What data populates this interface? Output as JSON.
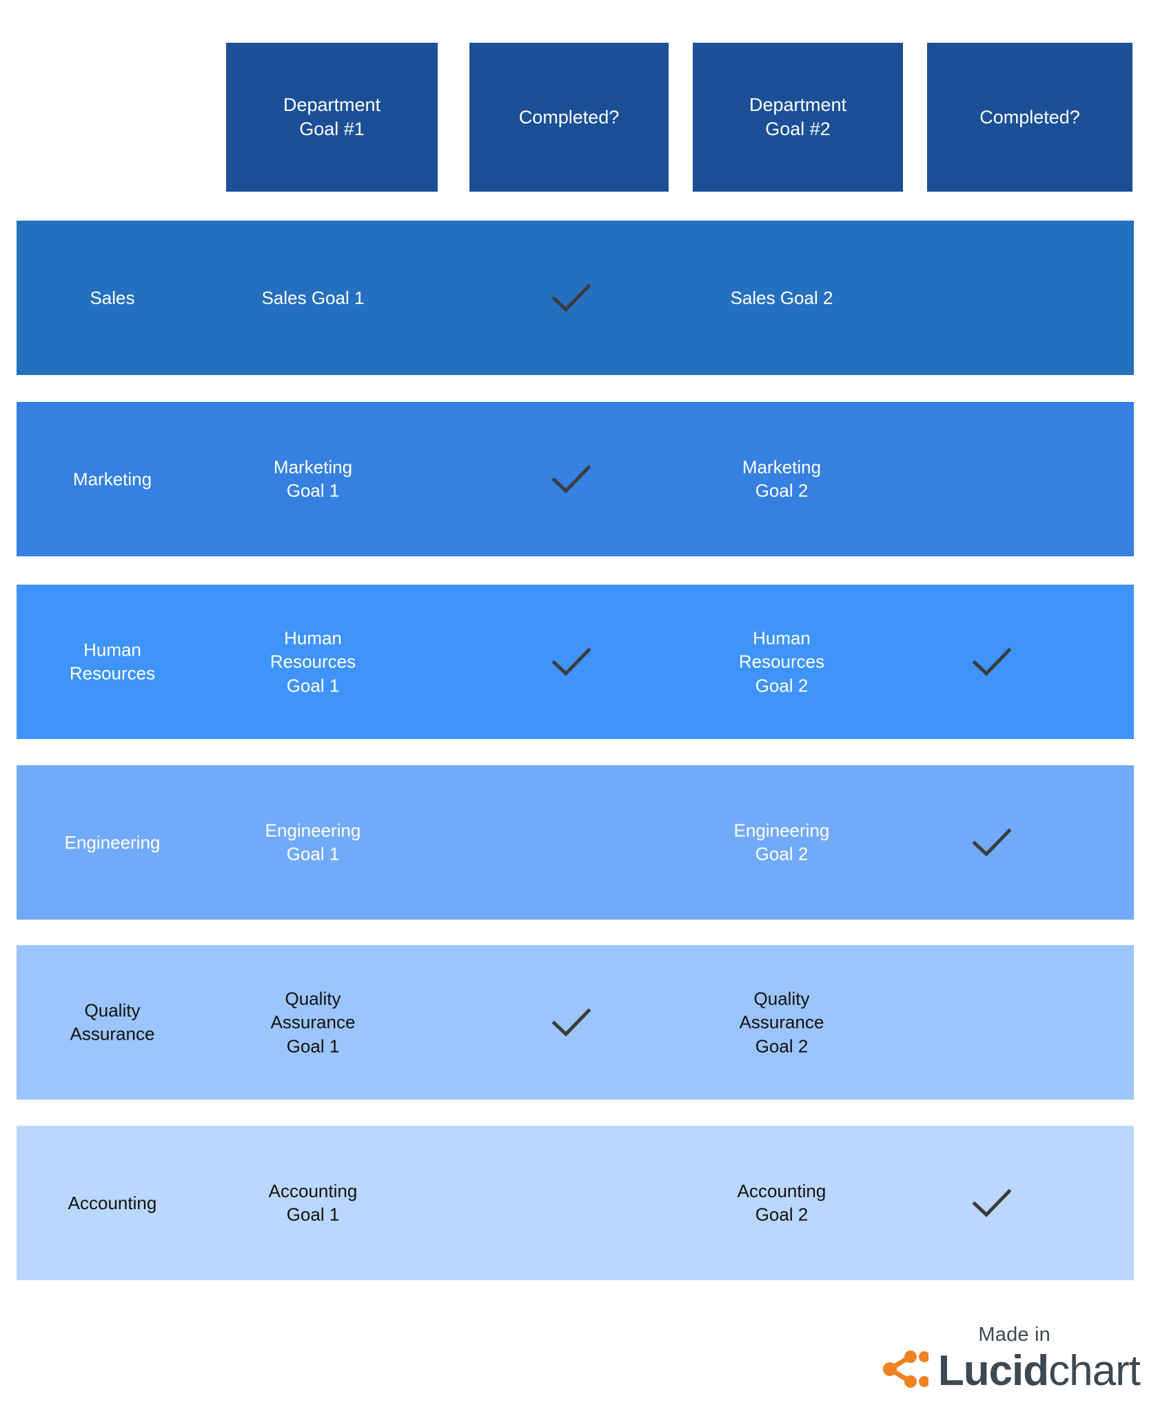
{
  "header": {
    "columns": [
      {
        "label": "Department\nGoal #1"
      },
      {
        "label": "Completed?"
      },
      {
        "label": "Department\nGoal #2"
      },
      {
        "label": "Completed?"
      }
    ],
    "background_color": "#1B5096",
    "text_color": "#FFFFFF"
  },
  "table": {
    "rows": [
      {
        "department": "Sales",
        "goal1": "Sales Goal 1",
        "completed1": "check-icon",
        "goal2": "Sales Goal 2",
        "completed2": "",
        "background_color": "#2570BE",
        "text_color": "#FFFFFF"
      },
      {
        "department": "Marketing",
        "goal1": "Marketing\nGoal 1",
        "completed1": "check-icon",
        "goal2": "Marketing\nGoal 2",
        "completed2": "",
        "background_color": "#3580E0",
        "text_color": "#FFFFFF"
      },
      {
        "department": "Human\nResources",
        "goal1": "Human\nResources\nGoal 1",
        "completed1": "check-icon",
        "goal2": "Human\nResources\nGoal 2",
        "completed2": "check-icon",
        "background_color": "#3E94FB",
        "text_color": "#FFFFFF"
      },
      {
        "department": "Engineering",
        "goal1": "Engineering\nGoal 1",
        "completed1": "",
        "goal2": "Engineering\nGoal 2",
        "completed2": "check-icon",
        "background_color": "#72AAFA",
        "text_color": "#FFFFFF"
      },
      {
        "department": "Quality\nAssurance",
        "goal1": "Quality\nAssurance\nGoal 1",
        "completed1": "check-icon",
        "goal2": "Quality\nAssurance\nGoal 2",
        "completed2": "",
        "background_color": "#9CC5FD",
        "text_color": "#111111"
      },
      {
        "department": "Accounting",
        "goal1": "Accounting\nGoal 1",
        "completed1": "",
        "goal2": "Accounting\nGoal 2",
        "completed2": "check-icon",
        "background_color": "#BAD7FD",
        "text_color": "#111111"
      }
    ],
    "check_color": "#3C3C3C"
  },
  "footer": {
    "made_in": "Made in",
    "brand_bold": "Lucid",
    "brand_regular": "chart",
    "brand_color": "#3D4852",
    "mark_color": "#F08122"
  }
}
